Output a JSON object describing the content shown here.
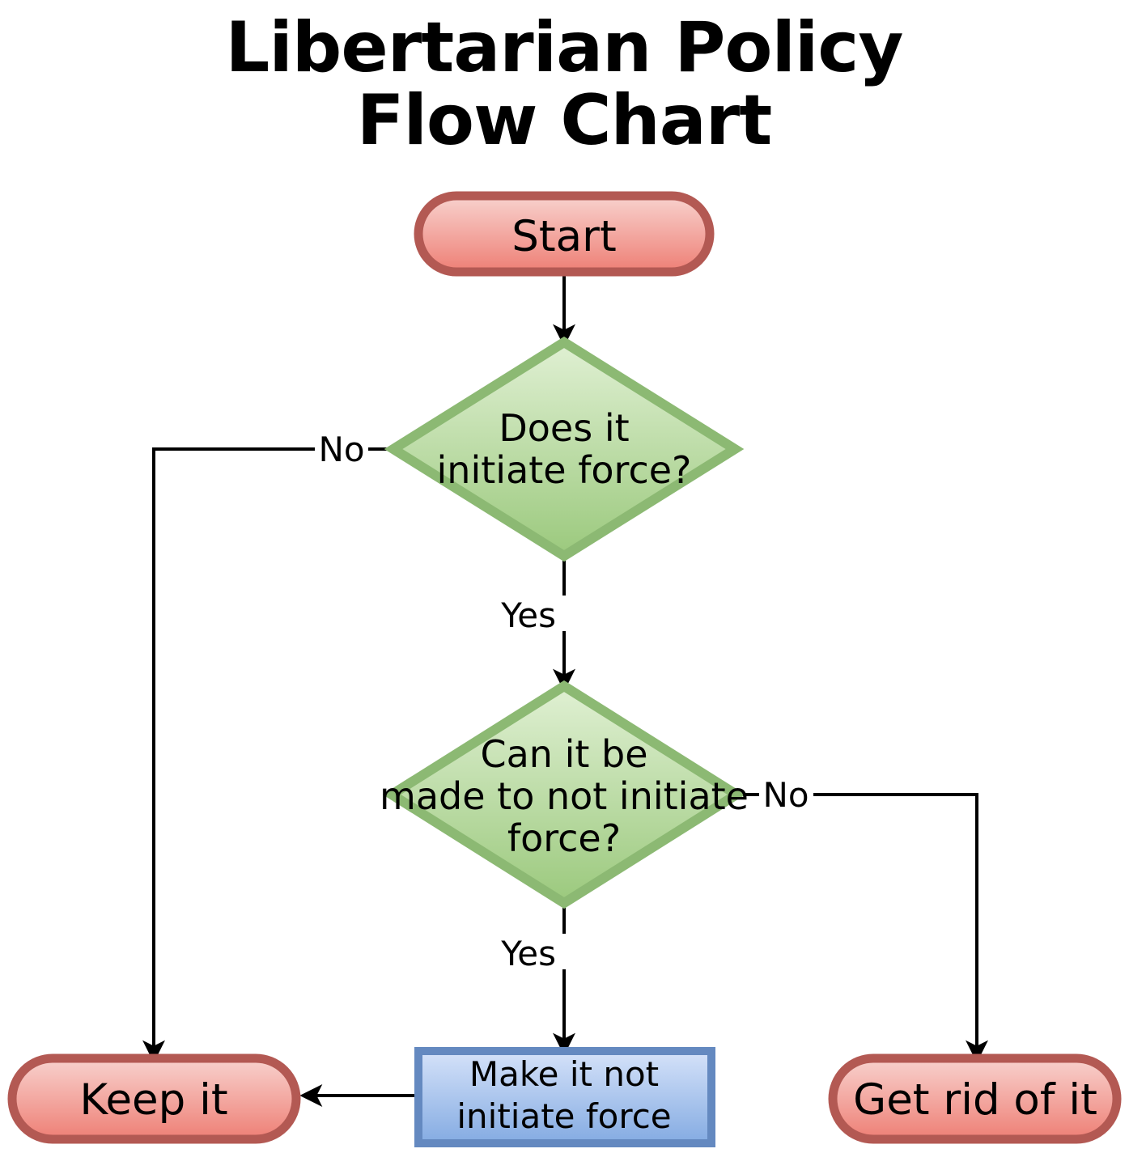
{
  "title": {
    "line1": "Libertarian Policy",
    "line2": "Flow Chart"
  },
  "nodes": {
    "start": {
      "label": "Start",
      "shape": "stadium",
      "color": "#ef8278"
    },
    "decision1": {
      "label_line1": "Does it",
      "label_line2": "initiate force?",
      "shape": "diamond",
      "color": "#9ecb81"
    },
    "decision2": {
      "label_line1": "Can it be",
      "label_line2": "made to not initiate",
      "label_line3": "force?",
      "shape": "diamond",
      "color": "#9ecb81"
    },
    "keep": {
      "label": "Keep it",
      "shape": "stadium",
      "color": "#ef8278"
    },
    "make": {
      "label_line1": "Make it not",
      "label_line2": "initiate force",
      "shape": "rectangle",
      "color": "#86ade4"
    },
    "discard": {
      "label": "Get rid of it",
      "shape": "stadium",
      "color": "#ef8278"
    }
  },
  "edges": {
    "start_to_d1": {
      "label": ""
    },
    "d1_no": {
      "label": "No"
    },
    "d1_yes": {
      "label": "Yes"
    },
    "d2_no": {
      "label": "No"
    },
    "d2_yes": {
      "label": "Yes"
    },
    "make_to_keep": {
      "label": ""
    }
  },
  "colors": {
    "red_fill_top": "#f7cdc9",
    "red_fill_bottom": "#ef8278",
    "red_stroke": "#b35953",
    "green_fill_top": "#dcedcd",
    "green_fill_bottom": "#9ecb81",
    "green_stroke": "#8cb973",
    "blue_fill_top": "#d3e0f7",
    "blue_fill_bottom": "#85ace3",
    "blue_stroke": "#6489c0",
    "line": "#000000",
    "text": "#000000"
  }
}
